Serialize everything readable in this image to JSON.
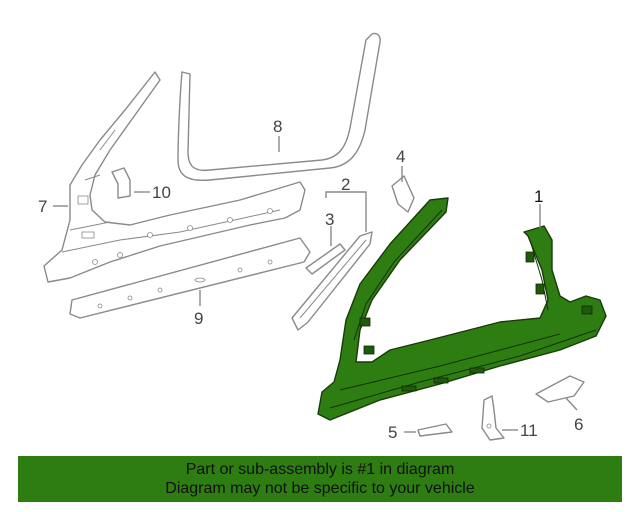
{
  "diagram": {
    "callouts": [
      "1",
      "2",
      "3",
      "4",
      "5",
      "6",
      "7",
      "8",
      "9",
      "10",
      "11"
    ],
    "highlighted_part": "1",
    "colors": {
      "highlight": "#2e7d12",
      "outline": "#8a8a8a",
      "banner": "#2e7d12"
    }
  },
  "banner": {
    "line1": "Part or sub-assembly is #1 in diagram",
    "line2": "Diagram may not be specific to your vehicle"
  }
}
